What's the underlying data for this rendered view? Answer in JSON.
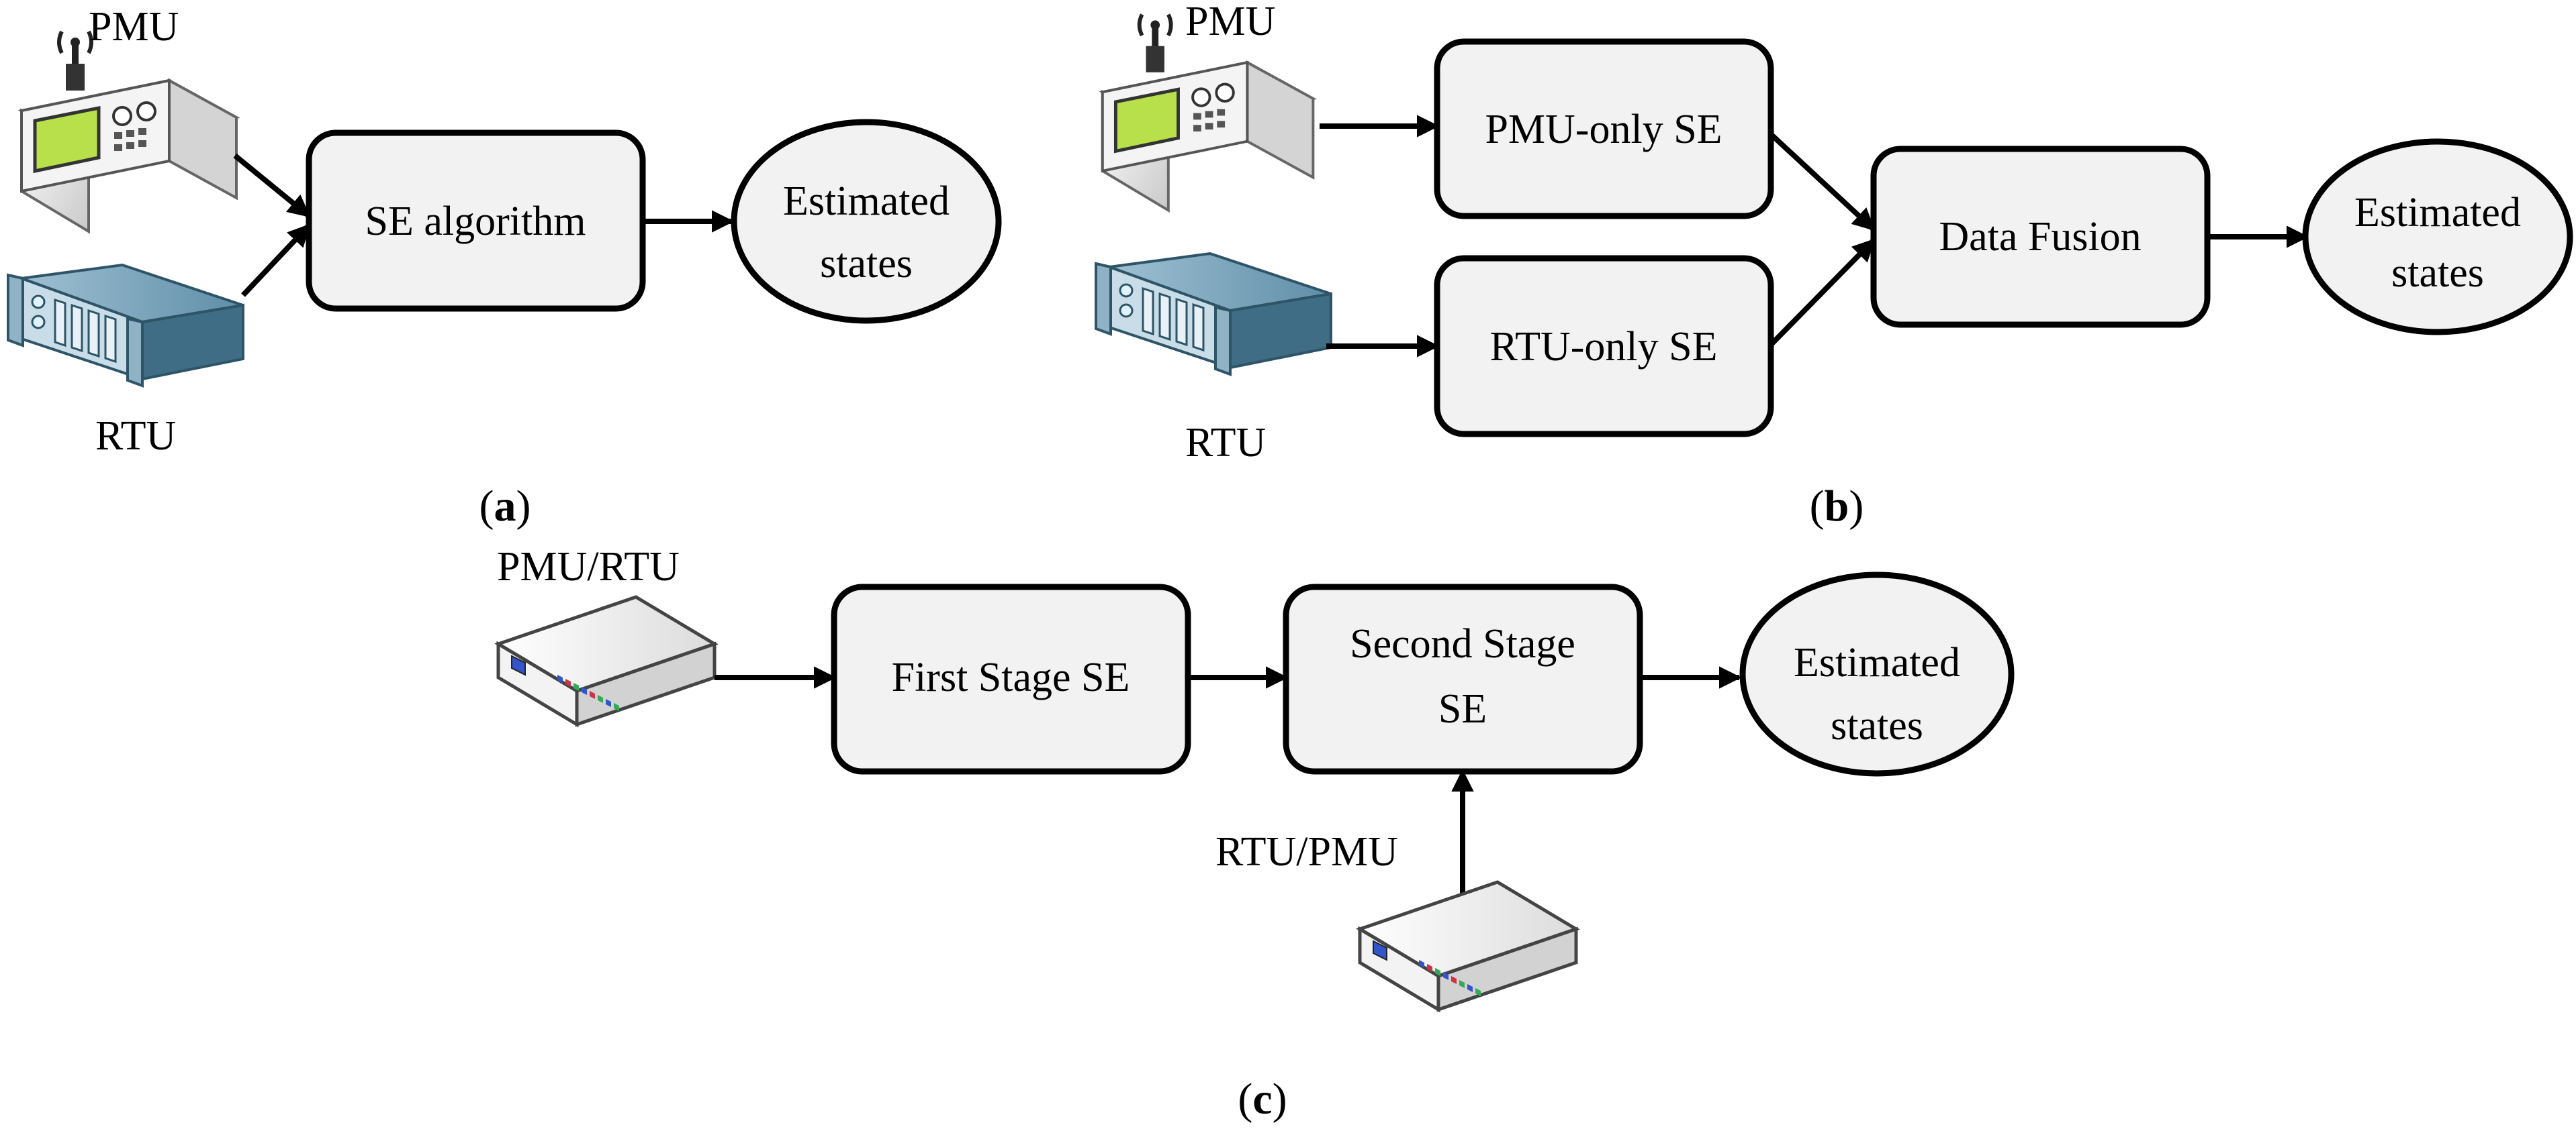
{
  "panel_a": {
    "caption_letter": "a",
    "pmu_label": "PMU",
    "rtu_label": "RTU",
    "algorithm": "SE algorithm",
    "output": [
      "Estimated",
      "states"
    ]
  },
  "panel_b": {
    "caption_letter": "b",
    "pmu_label": "PMU",
    "rtu_label": "RTU",
    "pmu_se": "PMU-only SE",
    "rtu_se": "RTU-only SE",
    "fusion": "Data Fusion",
    "output": [
      "Estimated",
      "states"
    ]
  },
  "panel_c": {
    "caption_letter": "c",
    "input_label": "PMU/RTU",
    "second_input_label": "RTU/PMU",
    "first_stage": "First Stage SE",
    "second_stage": [
      "Second Stage",
      "SE"
    ],
    "output": [
      "Estimated",
      "states"
    ]
  },
  "colors": {
    "box_fill": "#f2f2f2",
    "stroke": "#000000",
    "rtu_blue": "#4a7d98",
    "pmu_screen": "#b7e04a"
  }
}
